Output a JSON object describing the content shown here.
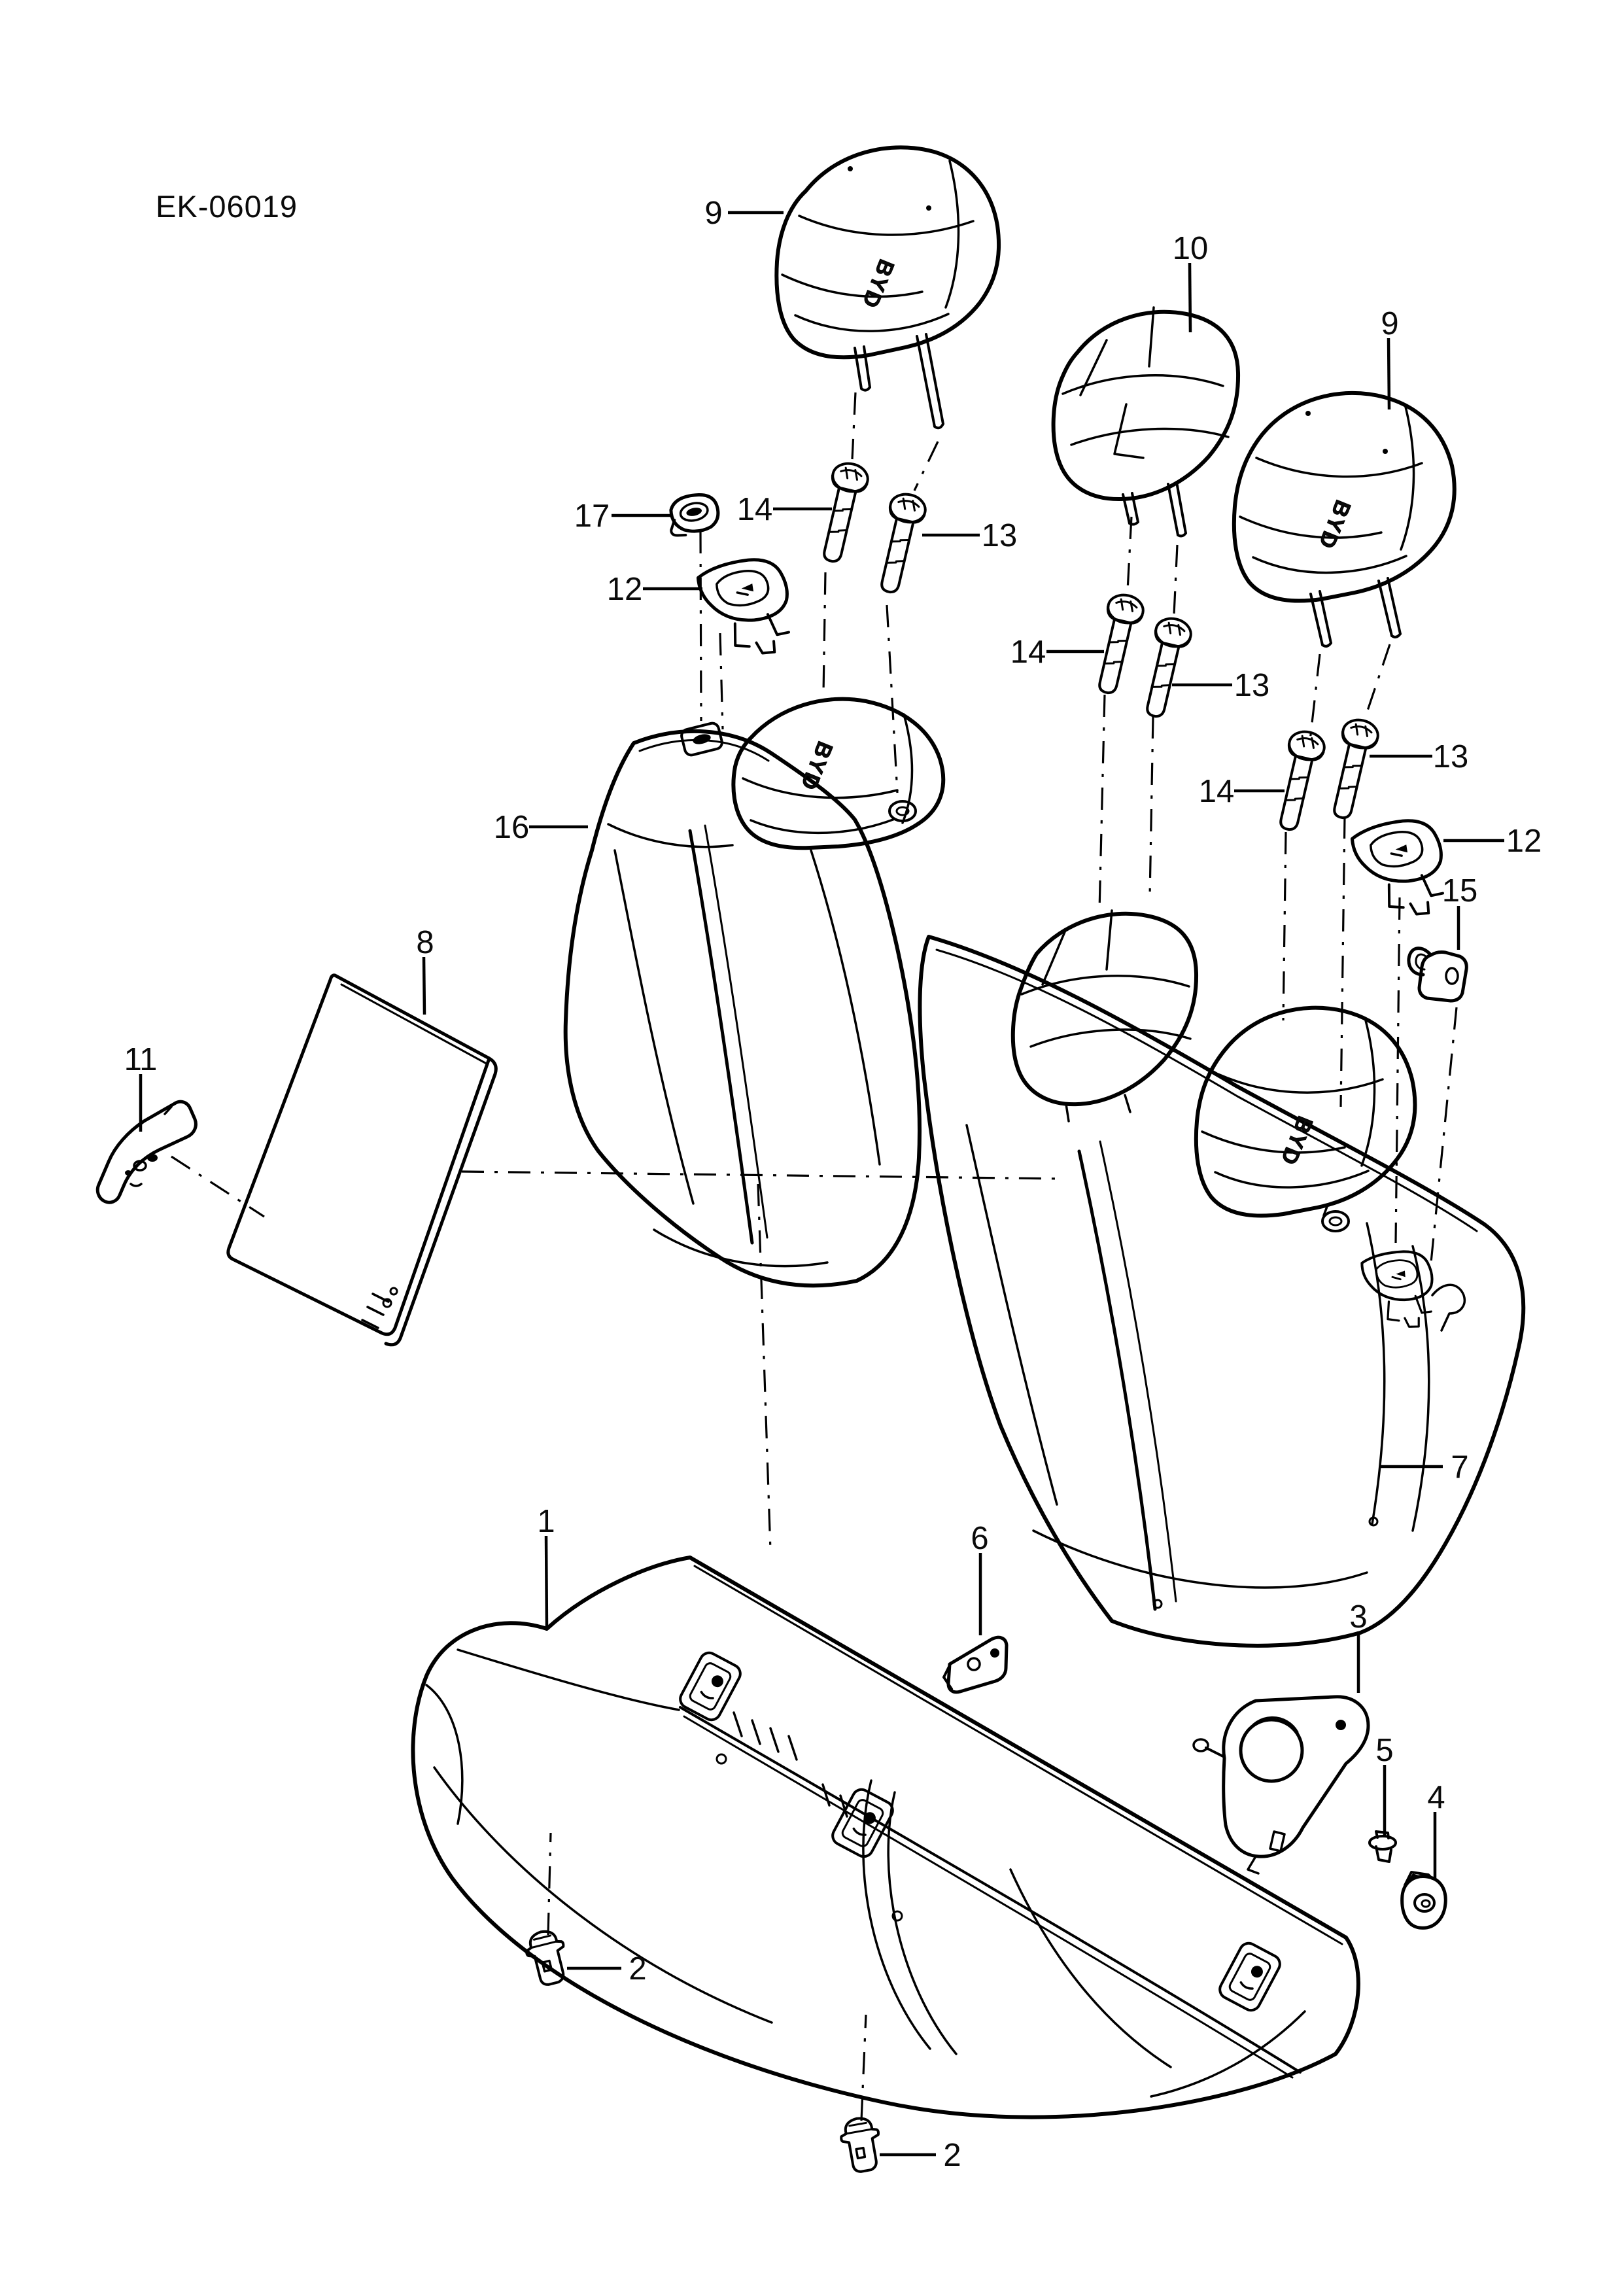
{
  "diagram": {
    "code": "EK-06019",
    "type": "exploded-parts-diagram",
    "subject": "rear seat assembly",
    "background_color": "#ffffff",
    "line_color": "#000000"
  },
  "brand_badge": "BYD",
  "callouts": [
    {
      "label": "9"
    },
    {
      "label": "10"
    },
    {
      "label": "9"
    },
    {
      "label": "17"
    },
    {
      "label": "14"
    },
    {
      "label": "13"
    },
    {
      "label": "12"
    },
    {
      "label": "14"
    },
    {
      "label": "13"
    },
    {
      "label": "14"
    },
    {
      "label": "13"
    },
    {
      "label": "12"
    },
    {
      "label": "15"
    },
    {
      "label": "16"
    },
    {
      "label": "8"
    },
    {
      "label": "11"
    },
    {
      "label": "7"
    },
    {
      "label": "1"
    },
    {
      "label": "6"
    },
    {
      "label": "3"
    },
    {
      "label": "5"
    },
    {
      "label": "4"
    },
    {
      "label": "2"
    },
    {
      "label": "2"
    }
  ]
}
